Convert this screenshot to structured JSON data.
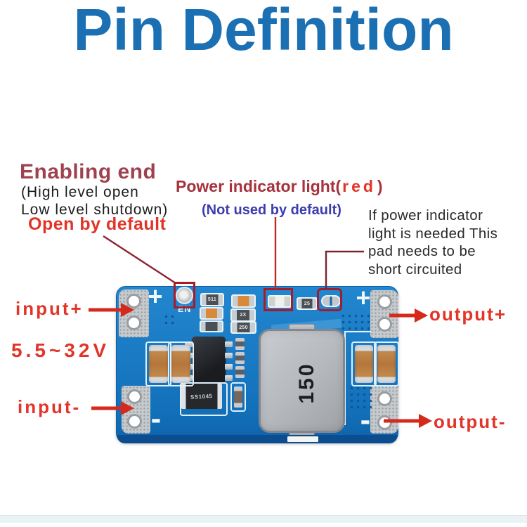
{
  "title": "Pin Definition",
  "annotations": {
    "enabling": {
      "heading": "Enabling end",
      "line1": "(High level open",
      "line2": "Low level shutdown)",
      "note": "Open by default"
    },
    "power_indicator": {
      "prefix": "Power indicator light(",
      "highlight": "red",
      "suffix": ")",
      "sub": "(Not used by default)"
    },
    "pad_note": {
      "line1": "If power indicator",
      "line2": "light is needed This",
      "line3": "pad needs to be",
      "line4": "short circuited"
    }
  },
  "pins": {
    "input_plus": "input+",
    "input_range": "5.5~32V",
    "input_minus": "input-",
    "output_plus": "output+",
    "output_minus": "output-"
  },
  "board": {
    "en_label": "EN",
    "silkscreen_plus": "+",
    "silkscreen_minus": "-",
    "inductor_code": "150",
    "diode_code": "SS1045",
    "resistor_labels": {
      "row1": "511",
      "row2": "2X",
      "row3": "250",
      "side": "25"
    }
  },
  "colors": {
    "title_blue": "#1b6fb3",
    "maroon_heading": "#9e4250",
    "bright_red": "#e23428",
    "indigo_note": "#3c3cae",
    "body_text": "#2b2b2b",
    "arrow_red": "#d5291c",
    "highlight_box_red": "#a81c28",
    "pcb_blue": "#1a7ac4",
    "pcb_edge": "#0b4d8e",
    "inductor_gray": "#b4b8bc",
    "capacitor_tan": "#c28a4e"
  }
}
